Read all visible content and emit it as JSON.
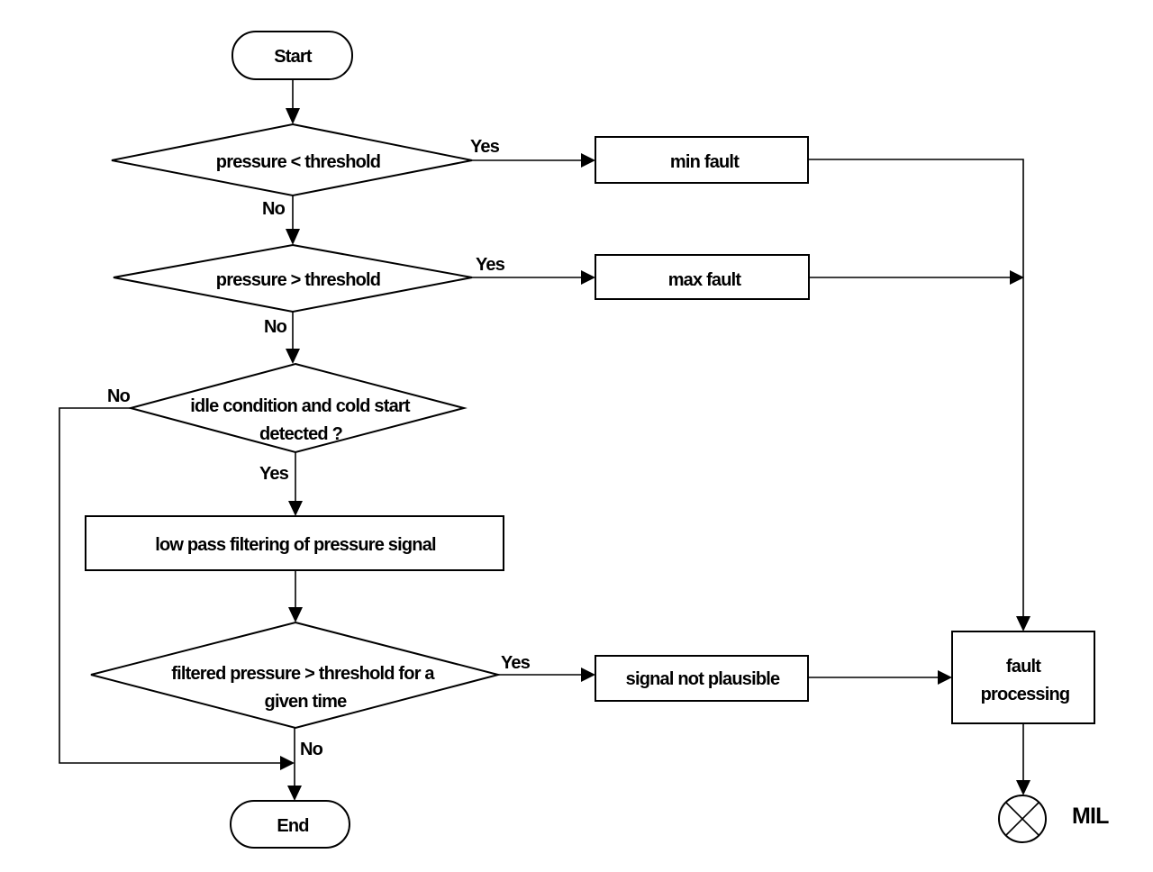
{
  "nodes": {
    "start": "Start",
    "check_min": "pressure < threshold",
    "min_fault": "min fault",
    "check_max": "pressure > threshold",
    "max_fault": "max fault",
    "idle_check_line1": "idle condition and cold start",
    "idle_check_line2": "detected ?",
    "low_pass": "low pass filtering of pressure signal",
    "filtered_check_line1": "filtered pressure > threshold for a",
    "filtered_check_line2": "given time",
    "not_plausible": "signal not plausible",
    "fault_processing_line1": "fault",
    "fault_processing_line2": "processing",
    "end": "End",
    "mil": "MIL"
  },
  "edge_labels": {
    "min_yes": "Yes",
    "min_no": "No",
    "max_yes": "Yes",
    "max_no": "No",
    "idle_no": "No",
    "idle_yes": "Yes",
    "filtered_yes": "Yes",
    "filtered_no": "No"
  }
}
